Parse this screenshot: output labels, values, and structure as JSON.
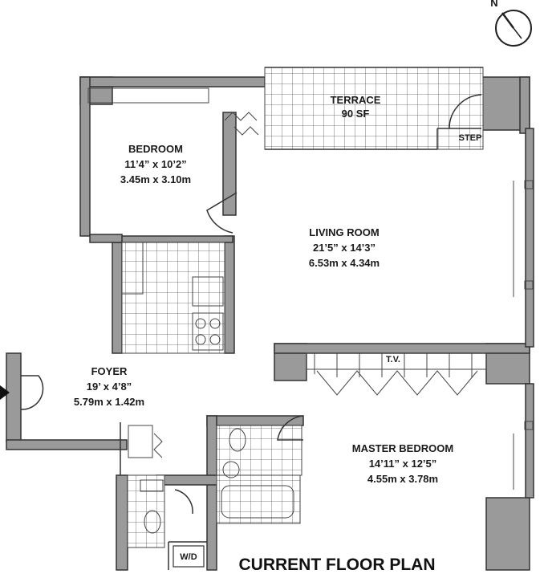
{
  "title": "CURRENT FLOOR PLAN",
  "compass": {
    "letter": "N"
  },
  "rooms": {
    "terrace": {
      "name": "TERRACE",
      "area": "90 SF"
    },
    "step": "STEP",
    "bedroom": {
      "name": "BEDROOM",
      "imperial": "11’4” x 10’2”",
      "metric": "3.45m x 3.10m"
    },
    "living": {
      "name": "LIVING ROOM",
      "imperial": "21’5” x 14’3”",
      "metric": "6.53m x 4.34m"
    },
    "foyer": {
      "name": "FOYER",
      "imperial": "19’ x 4’8”",
      "metric": "5.79m x 1.42m"
    },
    "master": {
      "name": "MASTER BEDROOM",
      "imperial": "14’11” x 12’5”",
      "metric": "4.55m x 3.78m"
    },
    "tv": "T.V.",
    "wd": "W/D"
  }
}
